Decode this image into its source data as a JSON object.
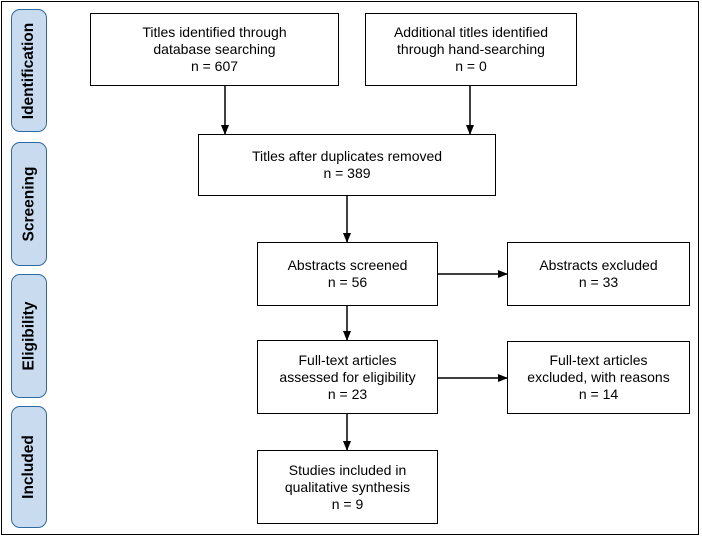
{
  "stages": [
    {
      "label": "Identification"
    },
    {
      "label": "Screening"
    },
    {
      "label": "Eligibility"
    },
    {
      "label": "Included"
    }
  ],
  "boxes": {
    "database": {
      "lines": [
        "Titles identified through",
        "database searching",
        "n = 607"
      ]
    },
    "hand": {
      "lines": [
        "Additional titles identified",
        "through hand-searching",
        "n = 0"
      ]
    },
    "duplicates": {
      "lines": [
        "Titles after duplicates removed",
        "n = 389"
      ]
    },
    "abstracts_screened": {
      "lines": [
        "Abstracts screened",
        "n = 56"
      ]
    },
    "abstracts_excluded": {
      "lines": [
        "Abstracts excluded",
        "n = 33"
      ]
    },
    "fulltext": {
      "lines": [
        "Full-text articles",
        "assessed for eligibility",
        "n = 23"
      ]
    },
    "fulltext_excluded": {
      "lines": [
        "Full-text articles",
        "excluded, with reasons",
        "n = 14"
      ]
    },
    "included": {
      "lines": [
        "Studies included in",
        "qualitative synthesis",
        "n = 9"
      ]
    }
  },
  "colors": {
    "stage_fill": "#c9dcef",
    "stage_border": "#2d6aa3",
    "box_border": "#000000"
  }
}
